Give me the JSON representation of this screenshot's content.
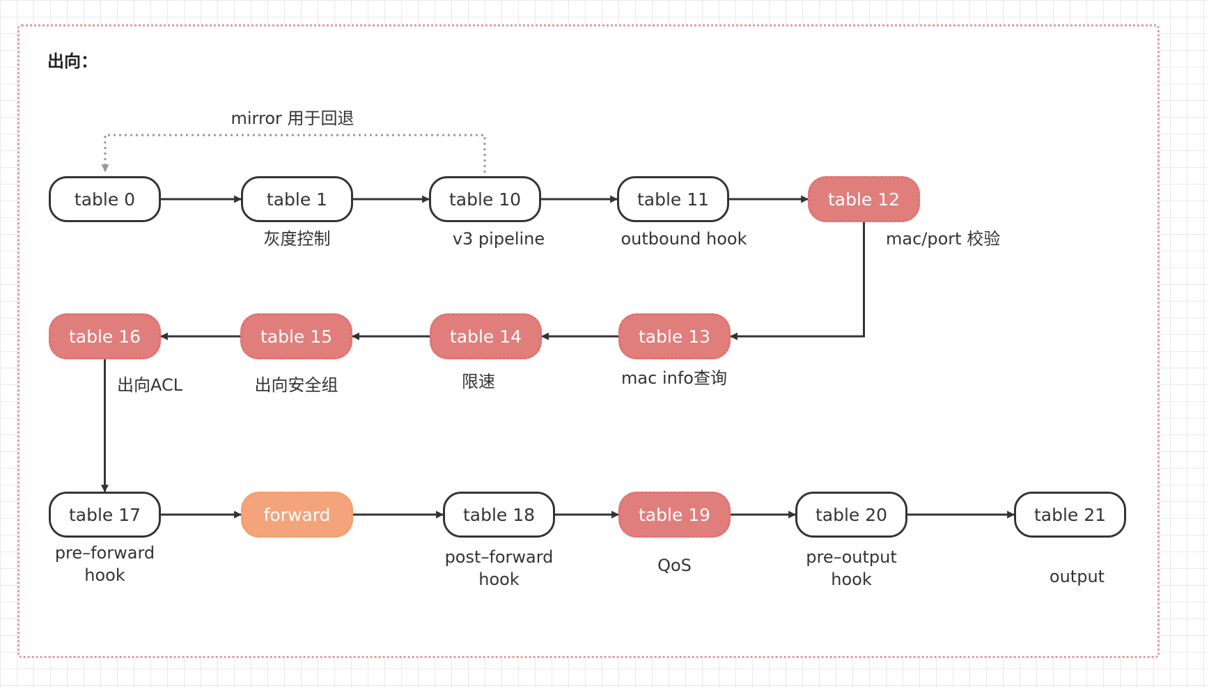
{
  "title": "出向：",
  "mirror_label": "mirror 用于回退",
  "nodes": [
    {
      "id": "table-0",
      "label": "table 0",
      "style": "plain"
    },
    {
      "id": "table-1",
      "label": "table 1",
      "style": "plain",
      "desc": "灰度控制"
    },
    {
      "id": "table-10",
      "label": "table 10",
      "style": "plain",
      "desc": "v3 pipeline"
    },
    {
      "id": "table-11",
      "label": "table 11",
      "style": "plain",
      "desc": "outbound hook"
    },
    {
      "id": "table-12",
      "label": "table 12",
      "style": "highlight",
      "desc": "mac/port 校验"
    },
    {
      "id": "table-13",
      "label": "table 13",
      "style": "highlight",
      "desc": "mac info查询"
    },
    {
      "id": "table-14",
      "label": "table 14",
      "style": "highlight",
      "desc": "限速"
    },
    {
      "id": "table-15",
      "label": "table 15",
      "style": "highlight",
      "desc": "出向安全组"
    },
    {
      "id": "table-16",
      "label": "table 16",
      "style": "highlight",
      "desc": "出向ACL"
    },
    {
      "id": "table-17",
      "label": "table 17",
      "style": "plain",
      "desc": "pre–forward\nhook"
    },
    {
      "id": "forward",
      "label": "forward",
      "style": "forward"
    },
    {
      "id": "table-18",
      "label": "table 18",
      "style": "plain",
      "desc": "post–forward\nhook"
    },
    {
      "id": "table-19",
      "label": "table 19",
      "style": "highlight",
      "desc": "QoS"
    },
    {
      "id": "table-20",
      "label": "table 20",
      "style": "plain",
      "desc": "pre–output\nhook"
    },
    {
      "id": "table-21",
      "label": "table 21",
      "style": "plain",
      "desc": "output"
    }
  ],
  "colors": {
    "highlight": "#e07e7c",
    "forward": "#f4a47b",
    "border": "#333333",
    "frame": "#e8979a",
    "mirror_arrow": "#999999"
  }
}
